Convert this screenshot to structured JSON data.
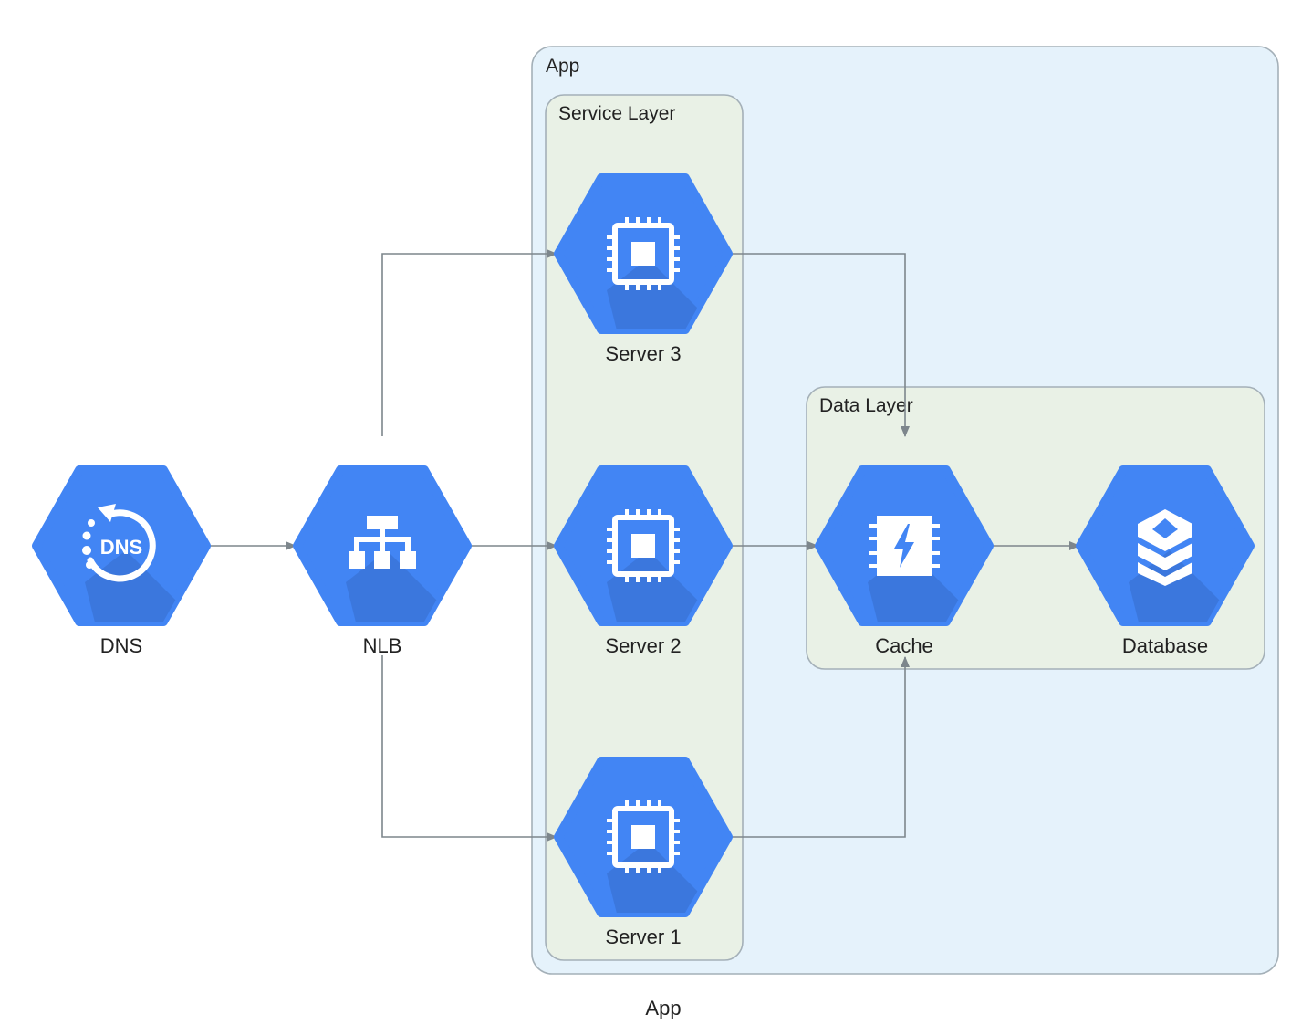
{
  "caption": "App",
  "colors": {
    "node_fill": "#4285f4",
    "node_shadow": "#3a73d6",
    "app_cluster_fill": "#e5f2fb",
    "app_cluster_stroke": "#a4b0b8",
    "layer_cluster_fill": "#e9f1e6",
    "layer_cluster_stroke": "#a4b0b8",
    "edge": "#7d868c"
  },
  "clusters": {
    "app": {
      "label": "App"
    },
    "service_layer": {
      "label": "Service Layer"
    },
    "data_layer": {
      "label": "Data Layer"
    }
  },
  "nodes": {
    "dns": {
      "label": "DNS",
      "icon": "dns-icon",
      "icon_text": "DNS"
    },
    "nlb": {
      "label": "NLB",
      "icon": "network-load-balancer-icon"
    },
    "server3": {
      "label": "Server 3",
      "icon": "compute-chip-icon"
    },
    "server2": {
      "label": "Server 2",
      "icon": "compute-chip-icon"
    },
    "server1": {
      "label": "Server 1",
      "icon": "compute-chip-icon"
    },
    "cache": {
      "label": "Cache",
      "icon": "memorystore-cache-icon"
    },
    "database": {
      "label": "Database",
      "icon": "database-stack-icon"
    }
  },
  "edges": [
    {
      "from": "DNS",
      "to": "NLB"
    },
    {
      "from": "NLB",
      "to": "Server 3"
    },
    {
      "from": "NLB",
      "to": "Server 2"
    },
    {
      "from": "NLB",
      "to": "Server 1"
    },
    {
      "from": "Server 3",
      "to": "Cache"
    },
    {
      "from": "Server 2",
      "to": "Cache"
    },
    {
      "from": "Server 1",
      "to": "Cache"
    },
    {
      "from": "Cache",
      "to": "Database"
    }
  ]
}
